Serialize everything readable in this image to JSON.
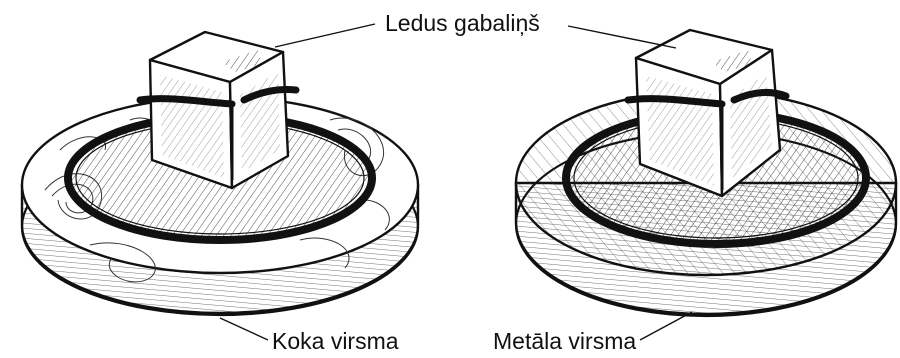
{
  "labels": {
    "ice_cube": "Ledus gabaliņš",
    "wood_surface": "Koka virsma",
    "metal_surface": "Metāla virsma"
  },
  "colors": {
    "ink": "#111111",
    "paper": "#ffffff"
  }
}
